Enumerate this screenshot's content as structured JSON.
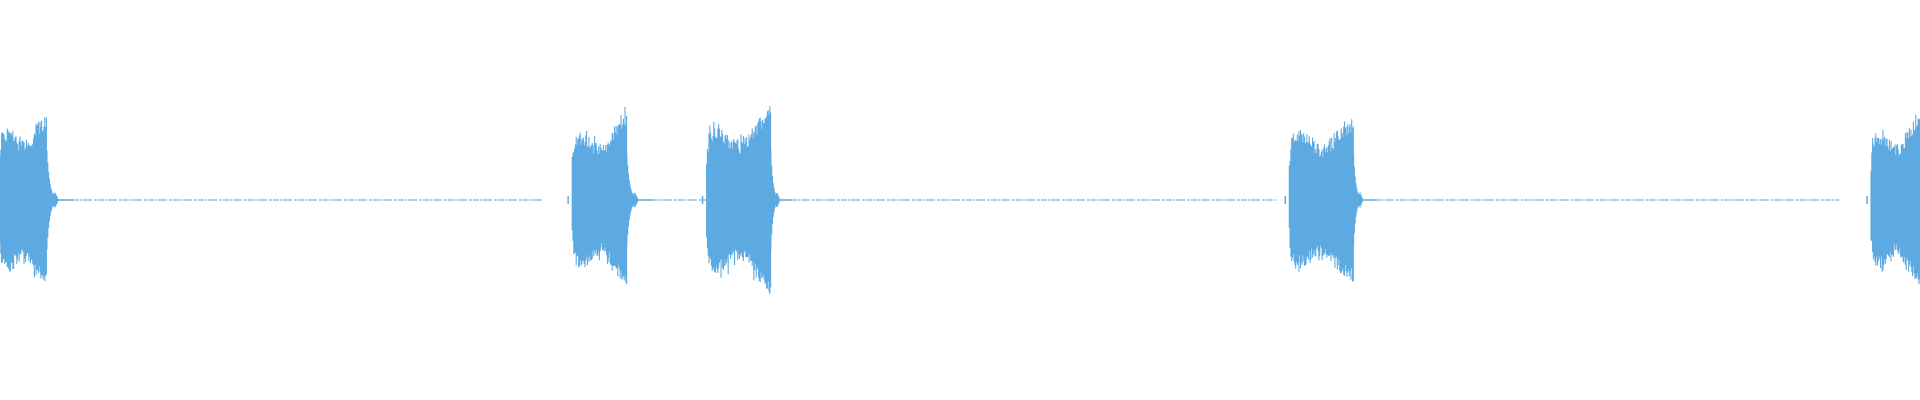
{
  "waveform": {
    "color": "#5DA9E1",
    "background": "#ffffff",
    "amplitude_scale": [
      -1,
      1
    ],
    "bursts": [
      {
        "start": 0.0,
        "end": 0.0245,
        "amplitude": 0.66,
        "peak": 0.8,
        "tail_end": 0.038
      },
      {
        "start": 0.298,
        "end": 0.3265,
        "amplitude": 0.62,
        "peak": 0.82,
        "tail_end": 0.34
      },
      {
        "start": 0.368,
        "end": 0.4015,
        "amplitude": 0.66,
        "peak": 0.88,
        "tail_end": 0.412
      },
      {
        "start": 0.6715,
        "end": 0.705,
        "amplitude": 0.62,
        "peak": 0.76,
        "tail_end": 0.716
      },
      {
        "start": 0.9745,
        "end": 1.0,
        "amplitude": 0.62,
        "peak": 0.8,
        "tail_end": 1.0
      }
    ],
    "silence_segments": [
      {
        "start": 0.038,
        "end": 0.283
      },
      {
        "start": 0.34,
        "end": 0.368
      },
      {
        "start": 0.412,
        "end": 0.665
      },
      {
        "start": 0.716,
        "end": 0.958
      }
    ]
  }
}
